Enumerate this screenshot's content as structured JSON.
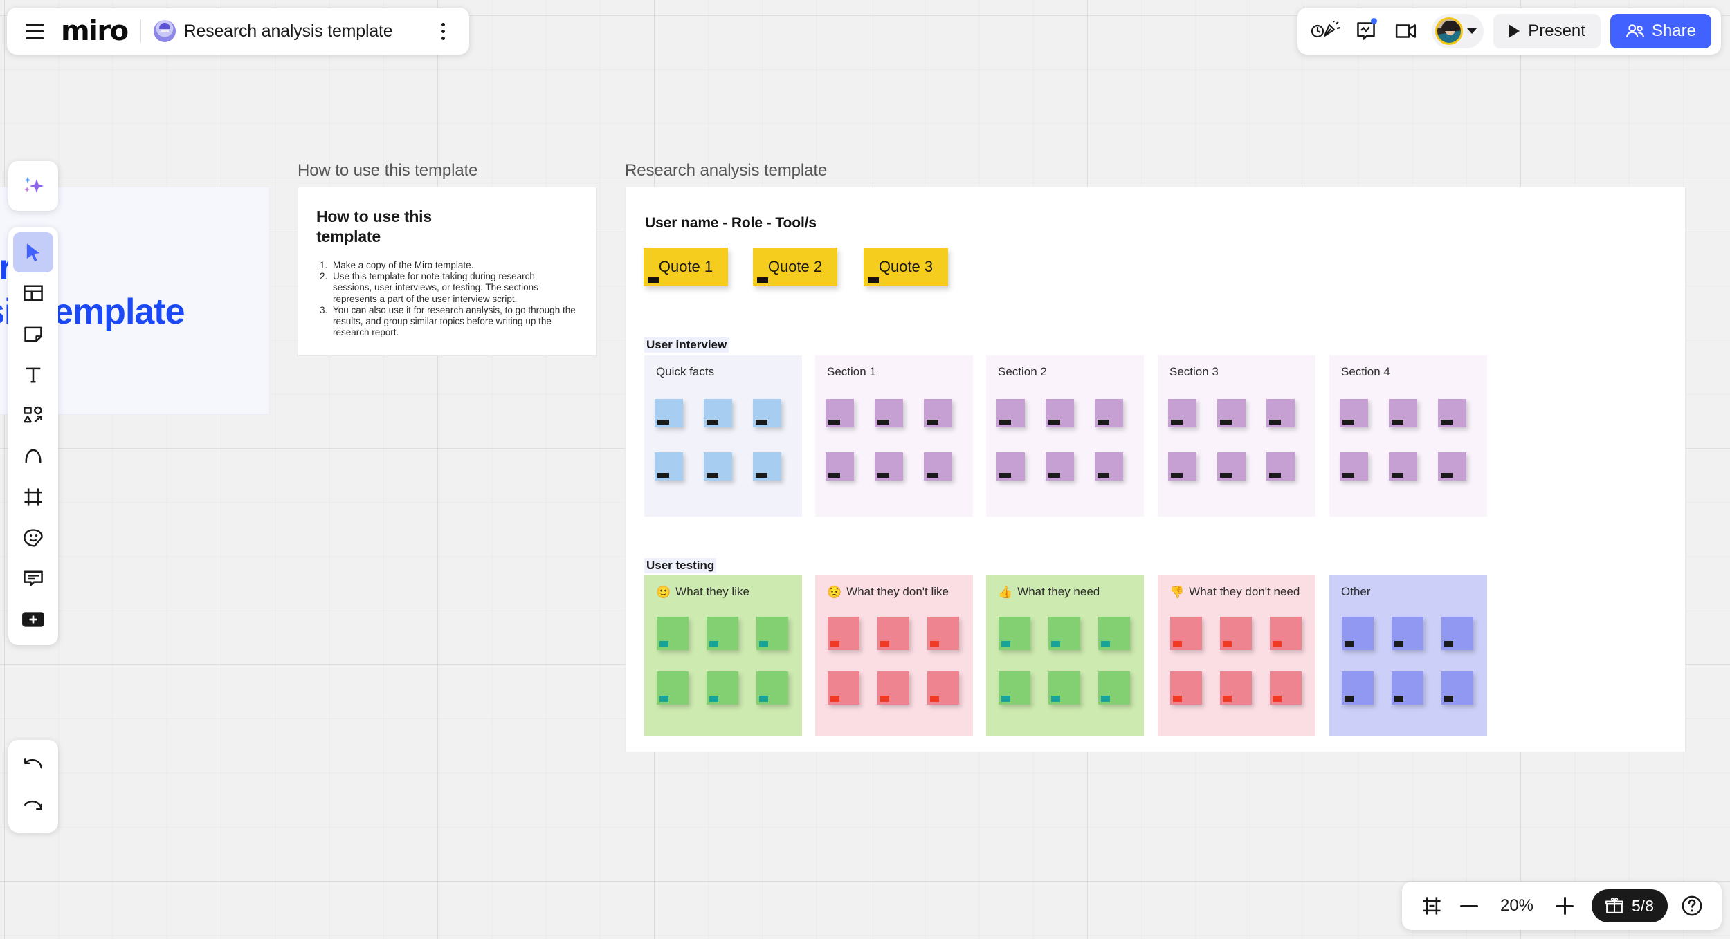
{
  "app": {
    "name": "miro",
    "board_title": "Research analysis template"
  },
  "topbar": {
    "menu_icon": "hamburger-menu-icon",
    "board_avatar_icon": "board-thumbnail-icon",
    "more_icon": "kebab-menu-icon",
    "celebrate_icon": "reactions-icon",
    "comment_icon": "activity-comment-icon",
    "video_icon": "video-chat-icon",
    "avatar_icon": "user-avatar",
    "chevron_icon": "chevron-down-icon",
    "present_label": "Present",
    "present_icon": "play-icon",
    "share_label": "Share",
    "share_icon": "people-icon",
    "accent_blue": "#4262ff",
    "avatar_ring": "#f5c518"
  },
  "toolbar": {
    "items": [
      {
        "name": "ai-sparkle-icon",
        "label": "AI"
      },
      {
        "name": "cursor-select-icon",
        "label": "Select",
        "active": true
      },
      {
        "name": "templates-icon",
        "label": "Templates"
      },
      {
        "name": "sticky-note-icon",
        "label": "Sticky note"
      },
      {
        "name": "text-icon",
        "label": "Text"
      },
      {
        "name": "shapes-connector-icon",
        "label": "Shapes"
      },
      {
        "name": "pen-icon",
        "label": "Pen"
      },
      {
        "name": "frame-icon",
        "label": "Frame"
      },
      {
        "name": "emoji-sticker-icon",
        "label": "Sticker"
      },
      {
        "name": "comment-icon",
        "label": "Comment"
      },
      {
        "name": "more-apps-icon",
        "label": "More apps"
      }
    ],
    "undo_icon": "undo-arrow-icon",
    "redo_icon": "redo-arrow-icon"
  },
  "canvas": {
    "ghost_frame_title": "Research analysis template",
    "frames": [
      {
        "label": "How to use this template"
      },
      {
        "label": "Research analysis template"
      }
    ],
    "howto_card": {
      "heading": "How to use this template",
      "steps": [
        "Make a copy of the Miro template.",
        "Use this template for note-taking during research sessions, user interviews, or testing. The sections represents a part of the user interview script.",
        "You can also use it for research analysis, to go through the results, and group similar topics before writing up the research report."
      ]
    },
    "main_frame": {
      "header": "User name - Role - Tool/s",
      "quotes": [
        {
          "label": "Quote 1",
          "color": "#f5cd1f"
        },
        {
          "label": "Quote 2",
          "color": "#f5cd1f"
        },
        {
          "label": "Quote 3",
          "color": "#f5cd1f"
        }
      ],
      "sections": [
        {
          "title": "User interview",
          "groups": [
            {
              "label": "Quick facts",
              "emoji": "",
              "bg": "#f2f2fa",
              "note_color": "#a7cdf0",
              "tag_color": "#1a1a1a",
              "note_count": 6
            },
            {
              "label": "Section 1",
              "emoji": "",
              "bg": "#faf3fb",
              "note_color": "#c6a0d3",
              "tag_color": "#1a1a1a",
              "note_count": 6
            },
            {
              "label": "Section 2",
              "emoji": "",
              "bg": "#faf3fb",
              "note_color": "#c6a0d3",
              "tag_color": "#1a1a1a",
              "note_count": 6
            },
            {
              "label": "Section 3",
              "emoji": "",
              "bg": "#faf3fb",
              "note_color": "#c6a0d3",
              "tag_color": "#1a1a1a",
              "note_count": 6
            },
            {
              "label": "Section 4",
              "emoji": "",
              "bg": "#faf3fb",
              "note_color": "#c6a0d3",
              "tag_color": "#1a1a1a",
              "note_count": 6
            }
          ]
        },
        {
          "title": "User testing",
          "groups": [
            {
              "label": "What they like",
              "emoji": "🙂",
              "bg": "#cdeab0",
              "note_color": "#82d072",
              "tag_color": "#17a398",
              "note_count": 6
            },
            {
              "label": "What they don't like",
              "emoji": "😟",
              "bg": "#fbdde4",
              "note_color": "#ef8491",
              "tag_color": "#ef3b24",
              "note_count": 6
            },
            {
              "label": "What they need",
              "emoji": "👍",
              "bg": "#cdeab0",
              "note_color": "#82d072",
              "tag_color": "#17a398",
              "note_count": 6
            },
            {
              "label": "What they don't need",
              "emoji": "👎",
              "bg": "#fbdde4",
              "note_color": "#ef8491",
              "tag_color": "#ef3b24",
              "note_count": 6
            },
            {
              "label": "Other",
              "emoji": "",
              "bg": "#ccd0f8",
              "note_color": "#9098f2",
              "tag_color": "#1a1a1a",
              "note_count": 6
            }
          ]
        }
      ]
    }
  },
  "zoombar": {
    "fit_icon": "fit-to-screen-icon",
    "zoom_out_icon": "minus-icon",
    "zoom_level": "20%",
    "zoom_in_icon": "plus-icon",
    "gift_icon": "gift-icon",
    "gift_count": "5/8",
    "help_icon": "help-question-icon"
  }
}
